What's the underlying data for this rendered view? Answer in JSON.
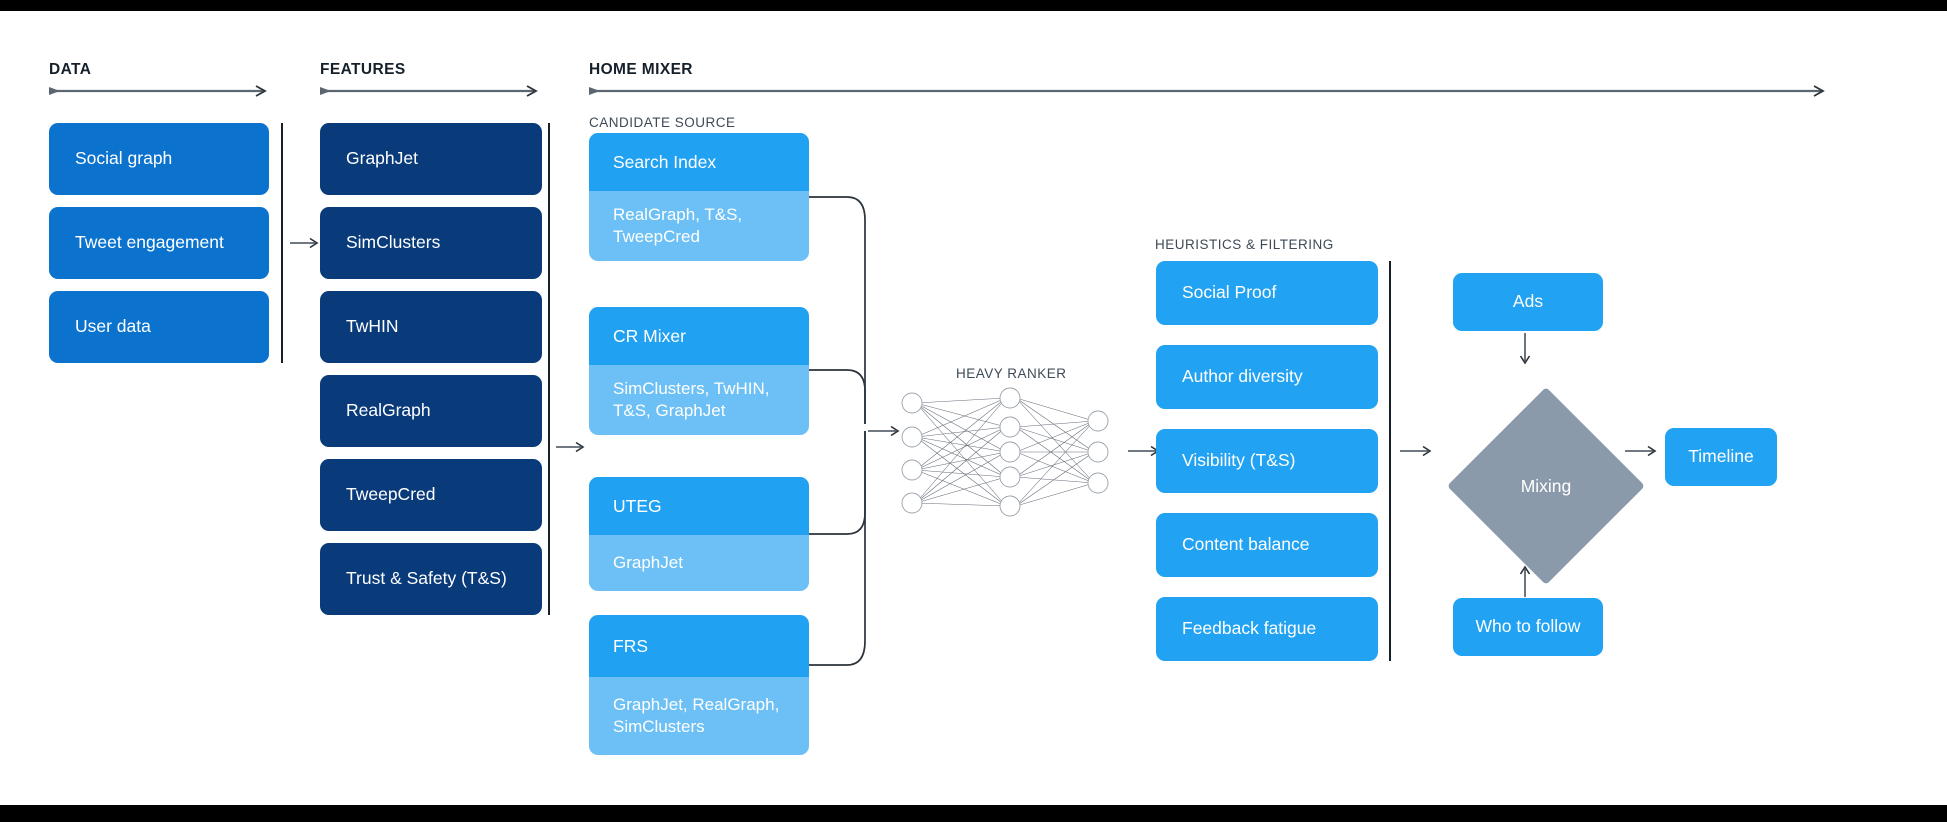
{
  "sections": {
    "data": {
      "title": "DATA"
    },
    "features": {
      "title": "FEATURES"
    },
    "home_mixer": {
      "title": "HOME MIXER"
    },
    "candidate_source": {
      "title": "CANDIDATE SOURCE"
    },
    "heavy_ranker": {
      "title": "HEAVY RANKER"
    },
    "heuristics": {
      "title": "HEURISTICS & FILTERING"
    }
  },
  "data_boxes": [
    {
      "label": "Social graph"
    },
    {
      "label": "Tweet engagement"
    },
    {
      "label": "User data"
    }
  ],
  "feature_boxes": [
    {
      "label": "GraphJet"
    },
    {
      "label": "SimClusters"
    },
    {
      "label": "TwHIN"
    },
    {
      "label": "RealGraph"
    },
    {
      "label": "TweepCred"
    },
    {
      "label": "Trust & Safety (T&S)"
    }
  ],
  "candidate_sources": [
    {
      "name": "Search Index",
      "features": "RealGraph, T&S, TweepCred"
    },
    {
      "name": "CR Mixer",
      "features": "SimClusters, TwHIN, T&S, GraphJet"
    },
    {
      "name": "UTEG",
      "features": "GraphJet"
    },
    {
      "name": "FRS",
      "features": "GraphJet, RealGraph, SimClusters"
    }
  ],
  "heuristic_boxes": [
    {
      "label": "Social Proof"
    },
    {
      "label": "Author diversity"
    },
    {
      "label": "Visibility (T&S)"
    },
    {
      "label": "Content balance"
    },
    {
      "label": "Feedback fatigue"
    }
  ],
  "mixing": {
    "ads_label": "Ads",
    "mixing_label": "Mixing",
    "who_to_follow_label": "Who to follow",
    "timeline_label": "Timeline"
  },
  "neural_network": {
    "input_nodes": 4,
    "hidden_nodes": 5,
    "output_nodes": 3
  },
  "colors": {
    "data_blue": "#0b73ce",
    "feature_navy": "#093a7a",
    "candidate_head": "#21a1f1",
    "candidate_body": "#6cc0f5",
    "heuristic_blue": "#22a2f2",
    "mixing_gray": "#8b9aab",
    "line": "#5b6670",
    "divider": "#15202b",
    "text_dark": "#15202b"
  }
}
